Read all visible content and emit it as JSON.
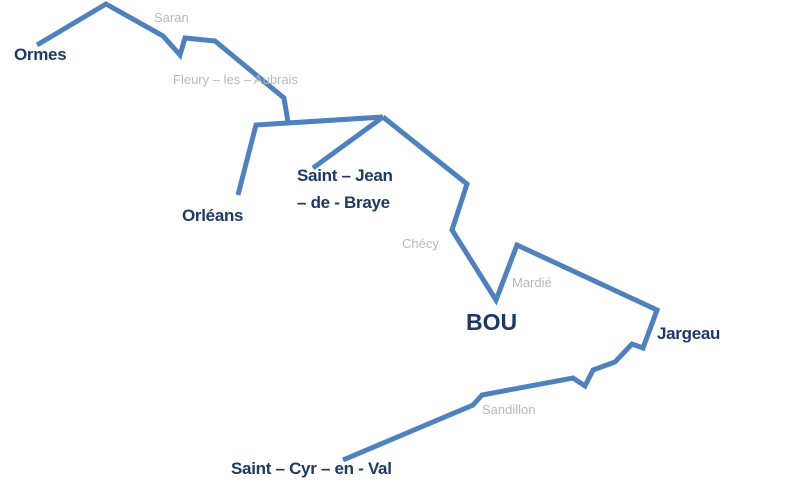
{
  "colors": {
    "route": "#4f81bd",
    "major_label": "#1f3864",
    "minor_label": "#b8b8b8"
  },
  "labels": {
    "ormes": "Ormes",
    "saran": "Saran",
    "fleury": "Fleury – les – Aubrais",
    "orleans": "Orléans",
    "saint_jean_line1": "Saint – Jean",
    "saint_jean_line2": "– de - Braye",
    "checy": "Chécy",
    "bou": "BOU",
    "mardie": "Mardié",
    "jargeau": "Jargeau",
    "sandillon": "Sandillon",
    "saint_cyr": "Saint – Cyr – en - Val"
  }
}
